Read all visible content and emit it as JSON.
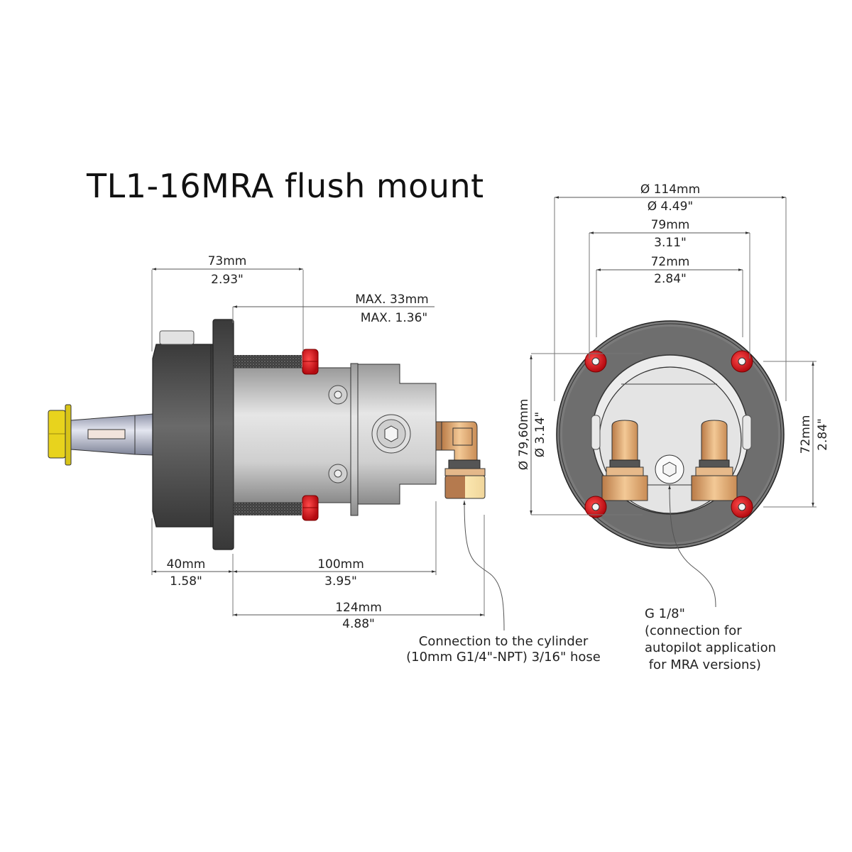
{
  "title": "TL1-16MRA flush mount",
  "side_view": {
    "dimensions": {
      "overall_73": {
        "mm": "73mm",
        "in": "2.93\""
      },
      "max_33": {
        "mm": "MAX. 33mm",
        "in": "MAX. 1.36\""
      },
      "flange_40": {
        "mm": "40mm",
        "in": "1.58\""
      },
      "body_100": {
        "mm": "100mm",
        "in": "3.95\""
      },
      "total_124": {
        "mm": "124mm",
        "in": "4.88\""
      }
    },
    "callout": {
      "line1": "Connection to the cylinder",
      "line2": "(10mm G1/4\"-NPT) 3/16\" hose"
    }
  },
  "front_view": {
    "dimensions": {
      "dia_114": {
        "mm": "Ø 114mm",
        "in": "Ø 4.49\""
      },
      "width_79": {
        "mm": "79mm",
        "in": "3.11\""
      },
      "width_72": {
        "mm": "72mm",
        "in": "2.84\""
      },
      "dia_79_60": {
        "mm": "Ø 79,60mm",
        "in": "Ø 3.14\""
      },
      "height_72": {
        "mm": "72mm",
        "in": "2.84\""
      }
    },
    "callout": {
      "line1": "G 1/8\"",
      "line2": "(connection for",
      "line3": "autopilot application",
      "line4": " for MRA versions)"
    }
  },
  "colors": {
    "housing_dark": "#4a4a4a",
    "body_light": "#c8c8c8",
    "nut_red": "#d8141b",
    "brass": "#d9a26c",
    "shaft_nut_yellow": "#e6d21e"
  }
}
